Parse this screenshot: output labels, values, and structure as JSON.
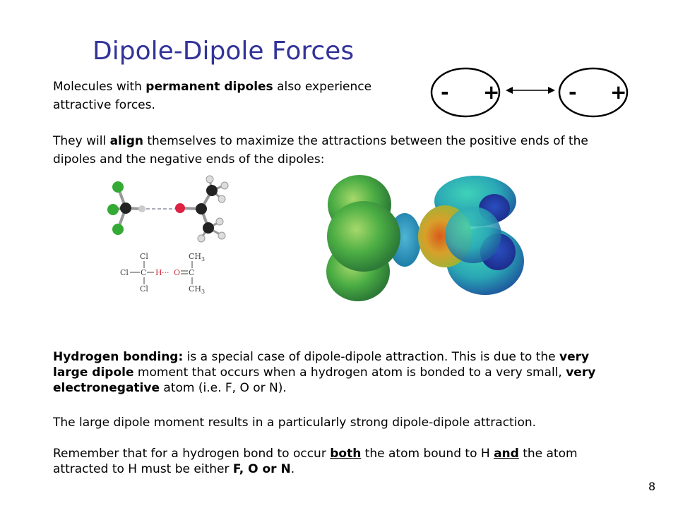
{
  "slide": {
    "title": "Dipole-Dipole Forces",
    "intro": {
      "t1": "Molecules with ",
      "b1": "permanent dipoles",
      "t2": " also experience attractive forces."
    },
    "align": {
      "t1": "They will ",
      "b1": "align",
      "t2": " themselves to maximize the attractions between the positive ends of the dipoles and the negative ends of the dipoles:"
    },
    "dipole_diagram": {
      "left_minus": "-",
      "left_plus": "+",
      "right_minus": "-",
      "right_plus": "+"
    },
    "structure": {
      "cl_top": "Cl",
      "cl_left": "Cl",
      "cl_bottom": "Cl",
      "c_left": "C",
      "h": "H",
      "dots": "···",
      "o": "O",
      "eq": "═",
      "c_right": "C",
      "ch3_top": "CH",
      "ch3_bottom": "CH",
      "sub3": "3"
    },
    "hbond": {
      "b1": "Hydrogen bonding:",
      "t1": " is a special case of dipole-dipole attraction.  This is due to the ",
      "b2": "very large dipole",
      "t2": " moment that occurs when a hydrogen atom is bonded to a very small, ",
      "b3": "very electronegative",
      "t3": " atom (i.e. F, O or N)."
    },
    "large_moment": "The large dipole moment results in a particularly strong dipole-dipole attraction.",
    "remember": {
      "t1": "Remember that for a hydrogen bond to occur ",
      "u1": "both",
      "t2": " the atom bound to H ",
      "u2": "and",
      "t3": " the atom attracted to H must be either ",
      "b1": "F, O or N",
      "t4": "."
    },
    "page_number": "8"
  }
}
